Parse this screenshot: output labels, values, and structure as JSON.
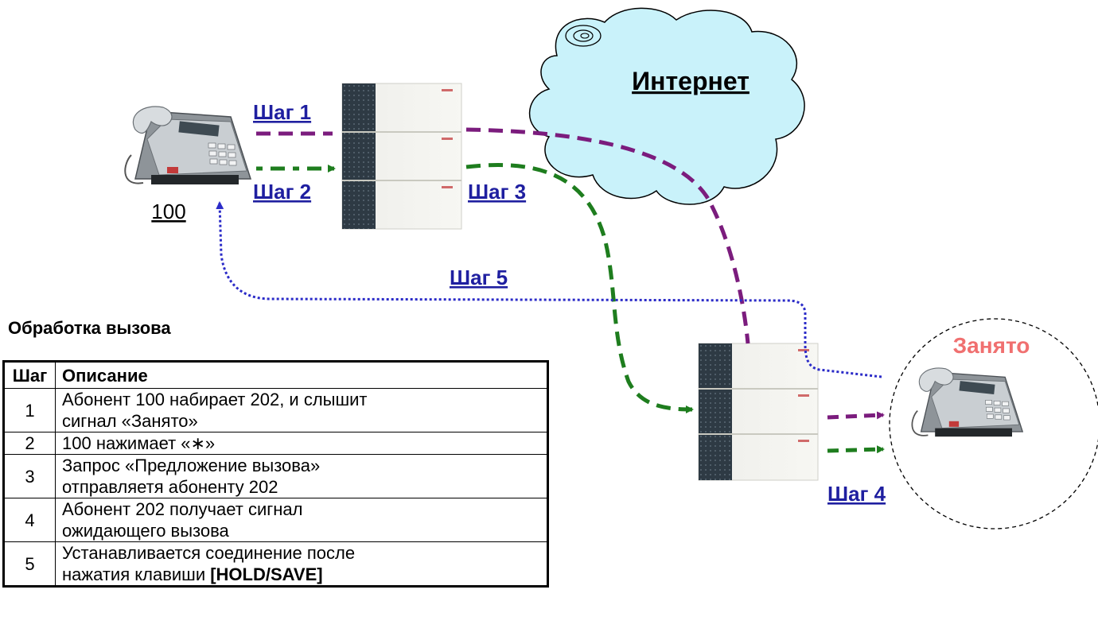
{
  "diagram": {
    "internet_label": "Интернет",
    "busy_label": "Занято",
    "extension_label": "100",
    "steps": {
      "s1": "Шаг 1",
      "s2": "Шаг 2",
      "s3": "Шаг 3",
      "s4": "Шаг 4",
      "s5": "Шаг 5"
    },
    "colors": {
      "purple": "#7b1c7d",
      "green": "#1e7d1e",
      "blue": "#2b2bc8",
      "busy": "#f07070",
      "cloud": "#c9f2fa",
      "step_text": "#1f1fa0"
    }
  },
  "table": {
    "title": "Обработка вызова",
    "headers": {
      "step": "Шаг",
      "desc": "Описание"
    },
    "rows": [
      {
        "step": "1",
        "line1": "Абонент 100 набирает 202, и слышит",
        "line2": "сигнал «Занято»"
      },
      {
        "step": "2",
        "line1": "100 нажимает «∗»"
      },
      {
        "step": "3",
        "line1": "Запрос «Предложение вызова»",
        "line2": "отправляетя абоненту 202"
      },
      {
        "step": "4",
        "line1": "Абонент 202 получает сигнал",
        "line2": "ожидающего вызова"
      },
      {
        "step": "5",
        "line1": "Устанавливается соединение после",
        "line2_prefix": "нажатия клавиши ",
        "line2_bold": "[HOLD/SAVE]"
      }
    ]
  }
}
